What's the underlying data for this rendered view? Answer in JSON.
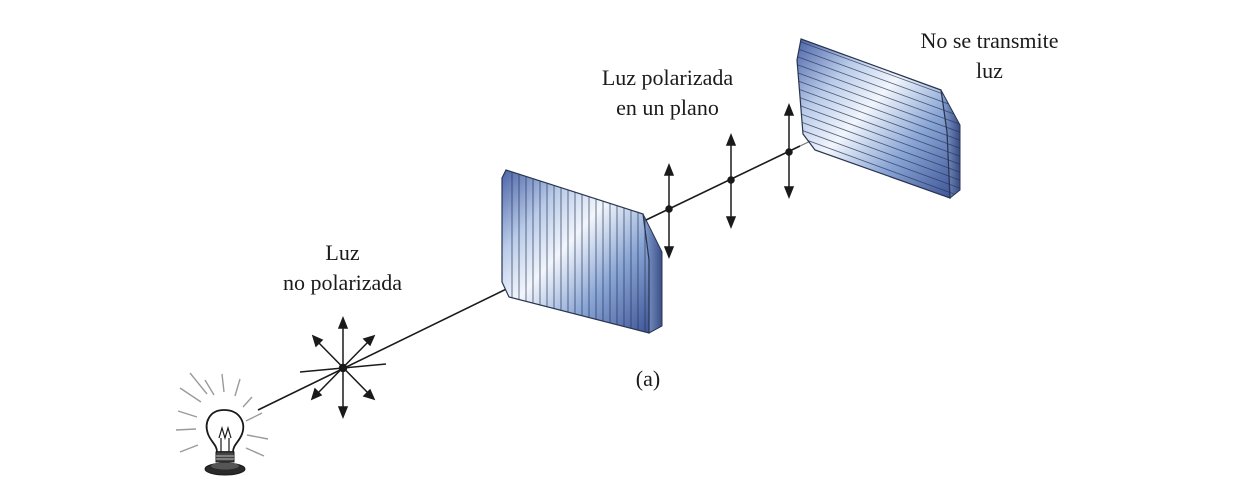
{
  "labels": {
    "unpolarized": {
      "line1": "Luz",
      "line2": "no polarizada"
    },
    "polarized": {
      "line1": "Luz polarizada",
      "line2": "en un plano"
    },
    "blocked": {
      "line1": "No se transmite",
      "line2": "luz"
    },
    "caption": "(a)"
  },
  "colors": {
    "line": "#1a1a1a",
    "filter_light": "#dde8f6",
    "filter_mid": "#8aa6d6",
    "filter_dark": "#4a63a8",
    "filter_edge": "#2a3550",
    "bulb_ray": "#9a9a9a"
  }
}
